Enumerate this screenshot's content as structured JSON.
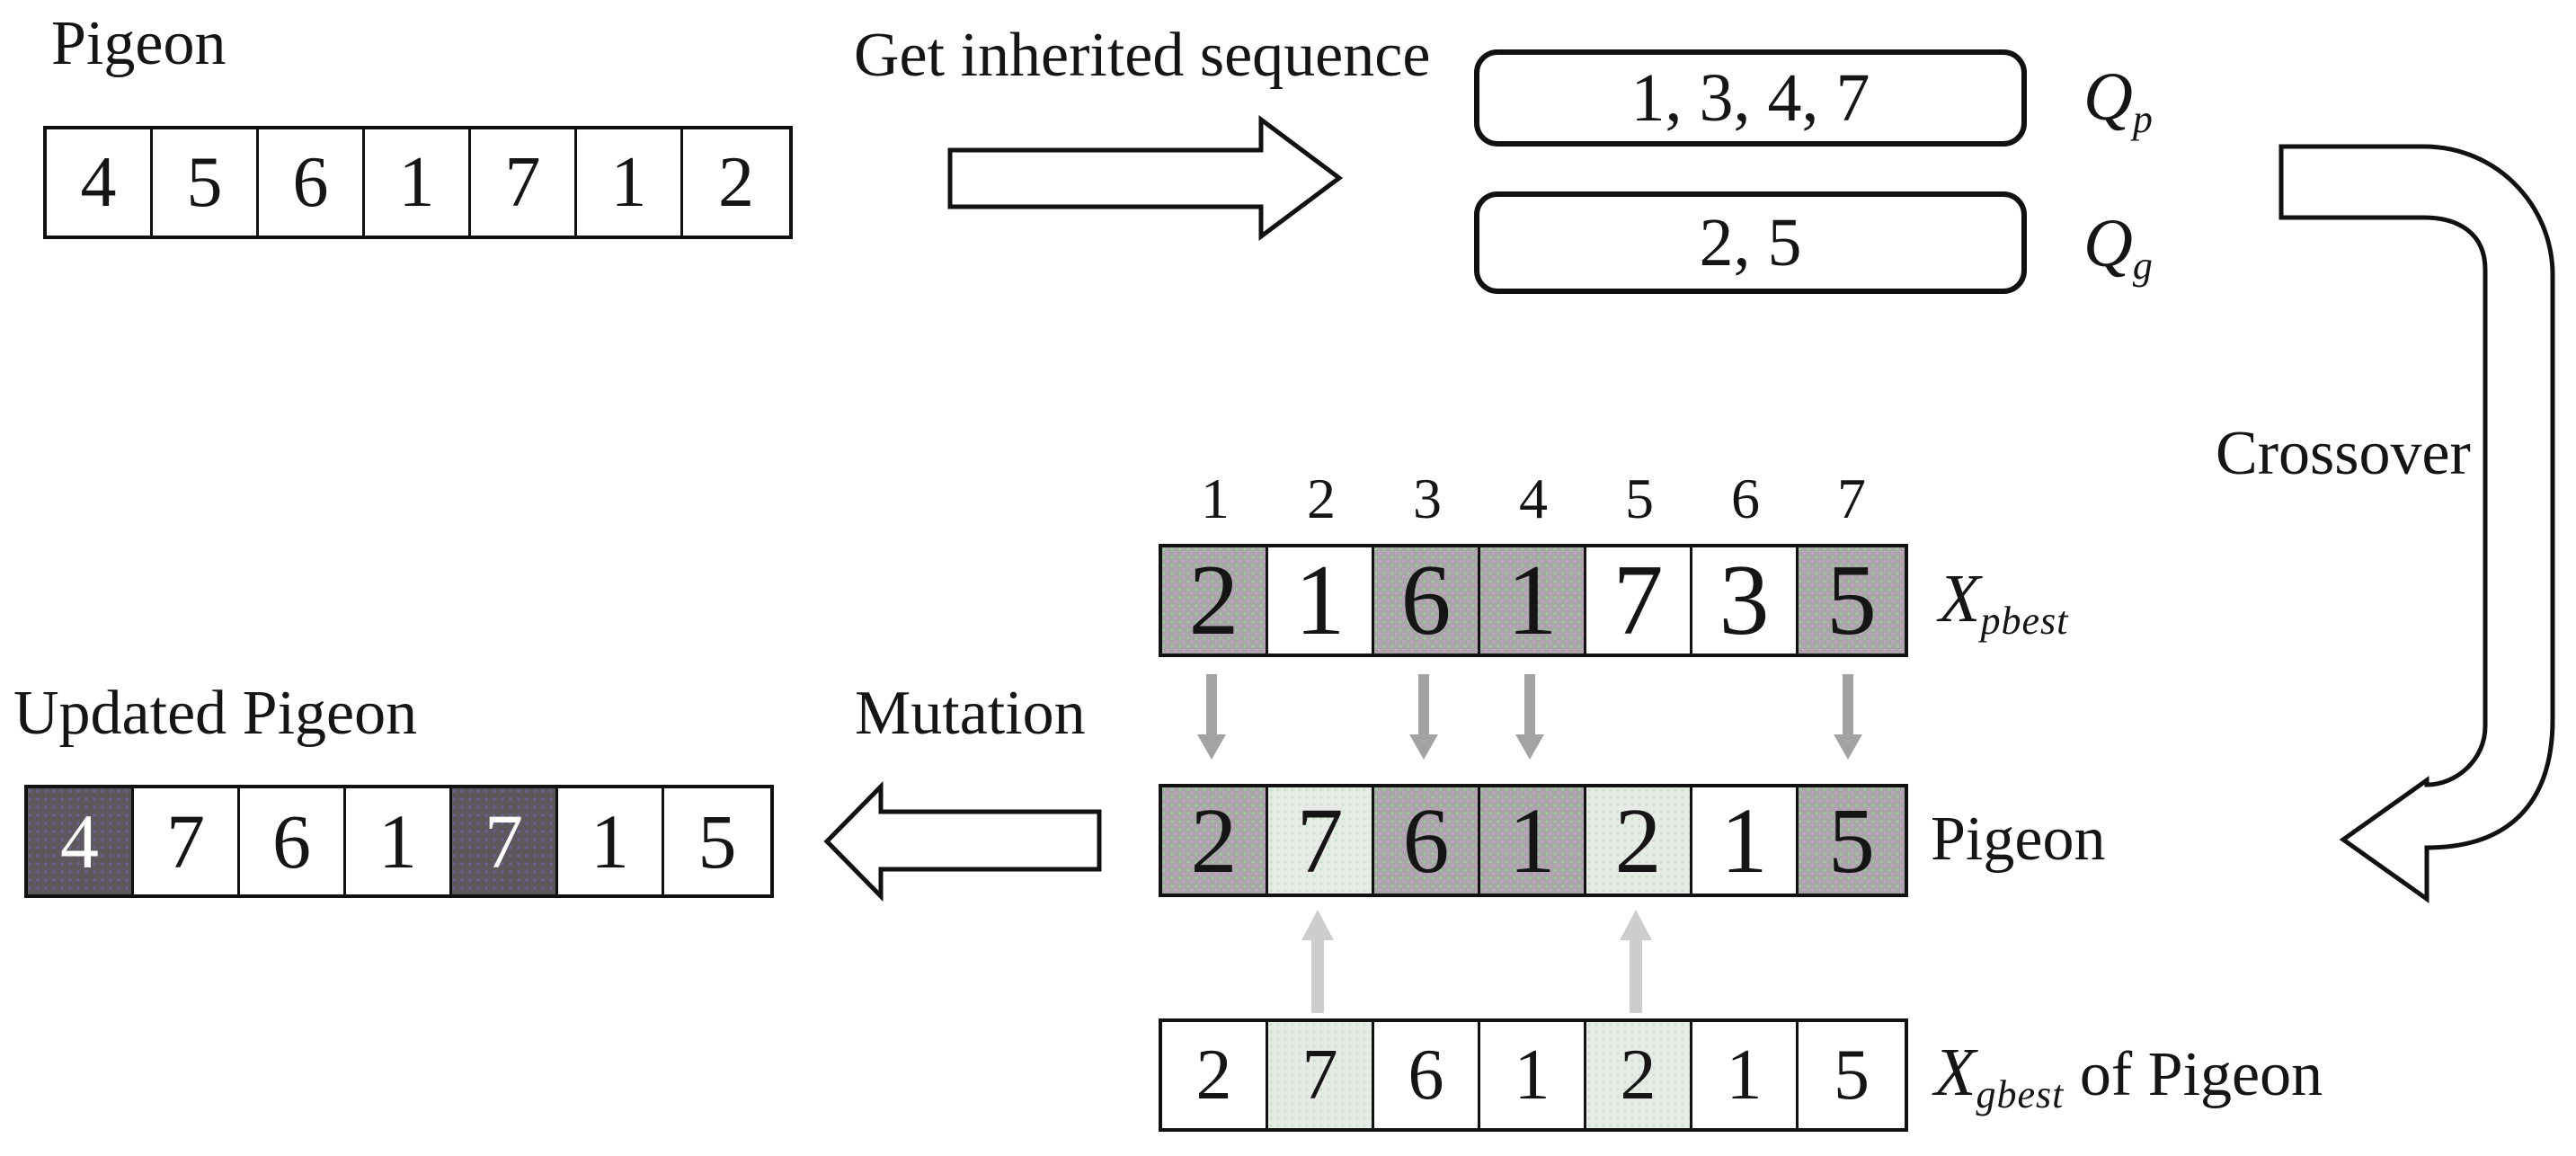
{
  "labels": {
    "pigeon_top": "Pigeon",
    "get_inherited": "Get inherited sequence",
    "crossover": "Crossover",
    "mutation": "Mutation",
    "updated_pigeon": "Updated Pigeon",
    "pigeon_mid": "Pigeon",
    "qp_base": "Q",
    "qp_sub": "p",
    "qg_base": "Q",
    "qg_sub": "g",
    "xpbest_base": "X",
    "xpbest_sub": "pbest",
    "xgbest_base": "X",
    "xgbest_sub": "gbest",
    "xgbest_suffix": " of Pigeon"
  },
  "boxes": {
    "qp_content": "1, 3, 4, 7",
    "qg_content": "2, 5"
  },
  "sequences": {
    "pigeon_top": {
      "values": [
        "4",
        "5",
        "6",
        "1",
        "7",
        "1",
        "2"
      ],
      "shades": [
        "white",
        "white",
        "white",
        "white",
        "white",
        "white",
        "white"
      ]
    },
    "index_row": {
      "values": [
        "1",
        "2",
        "3",
        "4",
        "5",
        "6",
        "7"
      ]
    },
    "xpbest": {
      "values": [
        "2",
        "1",
        "6",
        "1",
        "7",
        "3",
        "5"
      ],
      "shades": [
        "gray",
        "white",
        "gray",
        "gray",
        "white",
        "white",
        "gray"
      ]
    },
    "pigeon_mid": {
      "values": [
        "2",
        "7",
        "6",
        "1",
        "2",
        "1",
        "5"
      ],
      "shades": [
        "gray",
        "light",
        "gray",
        "gray",
        "light",
        "white",
        "gray"
      ]
    },
    "xgbest": {
      "values": [
        "2",
        "7",
        "6",
        "1",
        "2",
        "1",
        "5"
      ],
      "shades": [
        "white",
        "light",
        "white",
        "white",
        "light",
        "white",
        "white"
      ]
    },
    "updated": {
      "values": [
        "4",
        "7",
        "6",
        "1",
        "7",
        "1",
        "5"
      ],
      "shades": [
        "dark",
        "white",
        "white",
        "white",
        "dark",
        "white",
        "white"
      ]
    }
  },
  "flow": {
    "inherit_positions": [
      1,
      3,
      4,
      7
    ],
    "mutate_positions": [
      2,
      5
    ]
  },
  "colors": {
    "ink": "#151515",
    "cell_gray": "#a9a6a9",
    "cell_light": "#e7eae7",
    "cell_dark": "#5d585d",
    "arrow_down_gray": "#a5a2a5",
    "arrow_up_light": "#cdcdcd"
  }
}
